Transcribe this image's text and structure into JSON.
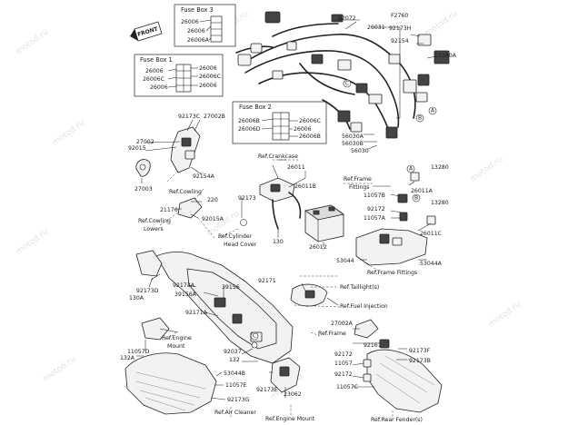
{
  "front_tag": "FRONT",
  "fuse_box_3": {
    "title": "Fuse Box 3",
    "parts": [
      "26006",
      "26006",
      "26006A"
    ]
  },
  "fuse_box_1": {
    "title": "Fuse Box 1",
    "left_parts": [
      "26006",
      "26006C",
      "26006"
    ],
    "right_parts": [
      "26006",
      "26006C",
      "26006"
    ]
  },
  "fuse_box_2": {
    "title": "Fuse Box 2",
    "left_parts": [
      "26006B",
      "26006D"
    ],
    "right_parts": [
      "26006C",
      "26006",
      "26006B"
    ]
  },
  "part_labels": [
    {
      "id": "p92072",
      "text": "92072"
    },
    {
      "id": "pF2760",
      "text": "F2760"
    },
    {
      "id": "p92173H",
      "text": "92173H"
    },
    {
      "id": "p26031",
      "text": "26031"
    },
    {
      "id": "p92154",
      "text": "92154"
    },
    {
      "id": "p13280A",
      "text": "13280A"
    },
    {
      "id": "p56030A",
      "text": "56030A"
    },
    {
      "id": "p56030B",
      "text": "56030B"
    },
    {
      "id": "p56030",
      "text": "56030"
    },
    {
      "id": "p92173C",
      "text": "92173C"
    },
    {
      "id": "p27002B",
      "text": "27002B"
    },
    {
      "id": "p27002",
      "text": "27002"
    },
    {
      "id": "p92015",
      "text": "92015"
    },
    {
      "id": "p92154A",
      "text": "92154A"
    },
    {
      "id": "p27003",
      "text": "27003"
    },
    {
      "id": "p220",
      "text": "220"
    },
    {
      "id": "p21176",
      "text": "21176"
    },
    {
      "id": "p92015A",
      "text": "92015A"
    },
    {
      "id": "p26011",
      "text": "26011"
    },
    {
      "id": "p26011B",
      "text": "26011B"
    },
    {
      "id": "p92173",
      "text": "92173"
    },
    {
      "id": "p130",
      "text": "130"
    },
    {
      "id": "p26012",
      "text": "26012"
    },
    {
      "id": "p13280",
      "text": "13280"
    },
    {
      "id": "p26011A",
      "text": "26011A"
    },
    {
      "id": "p13280b",
      "text": "13280"
    },
    {
      "id": "p11057B",
      "text": "11057B"
    },
    {
      "id": "p92172",
      "text": "92172"
    },
    {
      "id": "p11057A",
      "text": "11057A"
    },
    {
      "id": "p26011C",
      "text": "26011C"
    },
    {
      "id": "p53044",
      "text": "53044"
    },
    {
      "id": "p53044A",
      "text": "53044A"
    },
    {
      "id": "p92173A",
      "text": "92173A"
    },
    {
      "id": "p39156",
      "text": "39156"
    },
    {
      "id": "p39156A",
      "text": "39156A"
    },
    {
      "id": "p92171",
      "text": "92171"
    },
    {
      "id": "p130A",
      "text": "130A"
    },
    {
      "id": "p92173D",
      "text": "92173D"
    },
    {
      "id": "p92171A",
      "text": "92171A"
    },
    {
      "id": "p27002A",
      "text": "27002A"
    },
    {
      "id": "p92161",
      "text": "92161"
    },
    {
      "id": "p92173F",
      "text": "92173F"
    },
    {
      "id": "p92173B",
      "text": "92173B"
    },
    {
      "id": "p92172b",
      "text": "92172"
    },
    {
      "id": "p11057",
      "text": "11057"
    },
    {
      "id": "p92172c",
      "text": "92172"
    },
    {
      "id": "p11057C",
      "text": "11057C"
    },
    {
      "id": "p11057D",
      "text": "11057D"
    },
    {
      "id": "p132A",
      "text": "132A"
    },
    {
      "id": "p92037",
      "text": "92037"
    },
    {
      "id": "p132",
      "text": "132"
    },
    {
      "id": "p53044B",
      "text": "53044B"
    },
    {
      "id": "p11057E",
      "text": "11057E"
    },
    {
      "id": "p92173G",
      "text": "92173G"
    },
    {
      "id": "p92173E",
      "text": "92173E"
    },
    {
      "id": "p23062",
      "text": "23062"
    }
  ],
  "references": [
    {
      "id": "r_crankcase",
      "text": "Ref.Crankcase"
    },
    {
      "id": "r_cowling",
      "text": "Ref.Cowling"
    },
    {
      "id": "r_cowling_lowers_1",
      "text": "Ref.Cowling"
    },
    {
      "id": "r_cowling_lowers_2",
      "text": "Lowers"
    },
    {
      "id": "r_cyl_1",
      "text": "Ref.Cylinder"
    },
    {
      "id": "r_cyl_2",
      "text": "Head Cover"
    },
    {
      "id": "r_frame_fittings_1",
      "text": "Ref.Frame"
    },
    {
      "id": "r_frame_fittings_2",
      "text": "Fittings"
    },
    {
      "id": "r_frame_fittings_b",
      "text": "Ref.Frame Fittings"
    },
    {
      "id": "r_taillight",
      "text": "Ref.Taillight(s)"
    },
    {
      "id": "r_fuel_injection",
      "text": "Ref.Fuel Injection"
    },
    {
      "id": "r_frame",
      "text": "Ref.Frame"
    },
    {
      "id": "r_engine_mount_1",
      "text": "Ref.Engine"
    },
    {
      "id": "r_engine_mount_2",
      "text": "Mount"
    },
    {
      "id": "r_air_cleaner",
      "text": "Ref.Air Cleaner"
    },
    {
      "id": "r_engine_mount_b",
      "text": "Ref.Engine Mount"
    },
    {
      "id": "r_rear_fender",
      "text": "Ref.Rear Fender(s)"
    }
  ],
  "callouts": [
    {
      "id": "cA1",
      "text": "A"
    },
    {
      "id": "cB1",
      "text": "B"
    },
    {
      "id": "cC1",
      "text": "C"
    },
    {
      "id": "cA2",
      "text": "A"
    },
    {
      "id": "cB2",
      "text": "B"
    },
    {
      "id": "cC2",
      "text": "C"
    }
  ],
  "watermark": "motod.ru"
}
